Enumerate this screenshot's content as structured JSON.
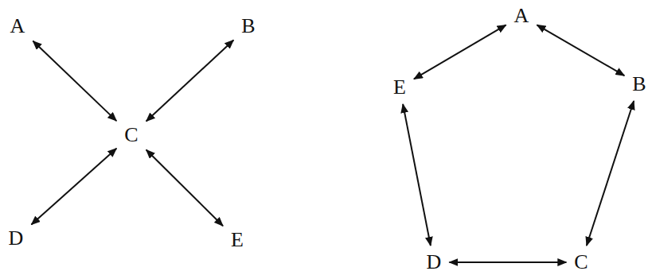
{
  "diagram": {
    "nodes": [
      {
        "text": [
          "A"
        ]
      },
      {
        "text": [
          "B"
        ]
      },
      {
        "text": [
          "C"
        ]
      },
      {
        "text": [
          "D"
        ]
      },
      {
        "text": [
          "E"
        ]
      },
      {
        "text": [
          "A"
        ]
      },
      {
        "text": [
          "B"
        ]
      },
      {
        "text": [
          "C"
        ]
      },
      {
        "text": [
          "D"
        ]
      },
      {
        "text": [
          "E"
        ]
      }
    ],
    "edges": [
      {
        "from": 0,
        "to": 2,
        "arrow": "both"
      },
      {
        "from": 1,
        "to": 2,
        "arrow": "both"
      },
      {
        "from": 3,
        "to": 2,
        "arrow": "both"
      },
      {
        "from": 4,
        "to": 2,
        "arrow": "both"
      },
      {
        "from": 5,
        "to": 6,
        "arrow": "both"
      },
      {
        "from": 6,
        "to": 7,
        "arrow": "both"
      },
      {
        "from": 7,
        "to": 8,
        "arrow": "both"
      },
      {
        "from": 8,
        "to": 9,
        "arrow": "both"
      },
      {
        "from": 9,
        "to": 5,
        "arrow": "both"
      }
    ]
  }
}
